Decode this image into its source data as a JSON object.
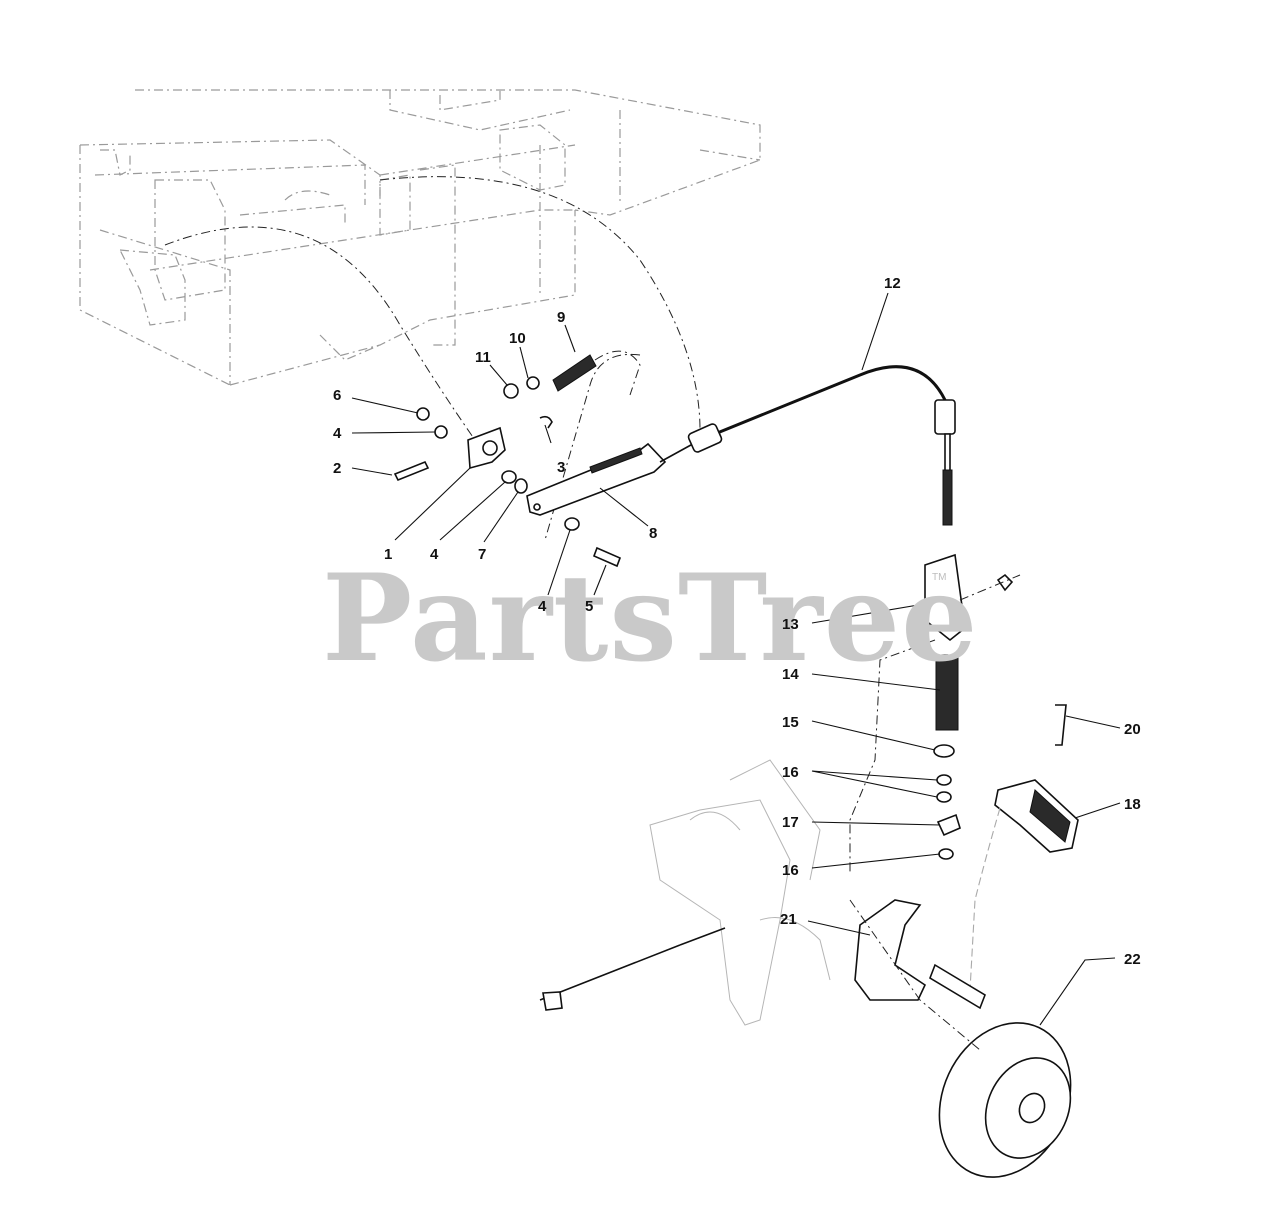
{
  "watermark": {
    "text": "PartsTree",
    "trademark": "TM"
  },
  "callouts": [
    {
      "id": "c12",
      "label": "12"
    },
    {
      "id": "c9",
      "label": "9"
    },
    {
      "id": "c10",
      "label": "10"
    },
    {
      "id": "c11",
      "label": "11"
    },
    {
      "id": "c6",
      "label": "6"
    },
    {
      "id": "c4a",
      "label": "4"
    },
    {
      "id": "c2",
      "label": "2"
    },
    {
      "id": "c3",
      "label": "3"
    },
    {
      "id": "c1",
      "label": "1"
    },
    {
      "id": "c4b",
      "label": "4"
    },
    {
      "id": "c7",
      "label": "7"
    },
    {
      "id": "c8",
      "label": "8"
    },
    {
      "id": "c4c",
      "label": "4"
    },
    {
      "id": "c5",
      "label": "5"
    },
    {
      "id": "c13",
      "label": "13"
    },
    {
      "id": "c14",
      "label": "14"
    },
    {
      "id": "c15",
      "label": "15"
    },
    {
      "id": "c16a",
      "label": "16"
    },
    {
      "id": "c17",
      "label": "17"
    },
    {
      "id": "c16b",
      "label": "16"
    },
    {
      "id": "c20",
      "label": "20"
    },
    {
      "id": "c18",
      "label": "18"
    },
    {
      "id": "c21",
      "label": "21"
    },
    {
      "id": "c22",
      "label": "22"
    }
  ],
  "colors": {
    "line": "#111111",
    "frame": "#9a9a9a",
    "watermark": "#c9c9c9",
    "background": "#ffffff"
  }
}
